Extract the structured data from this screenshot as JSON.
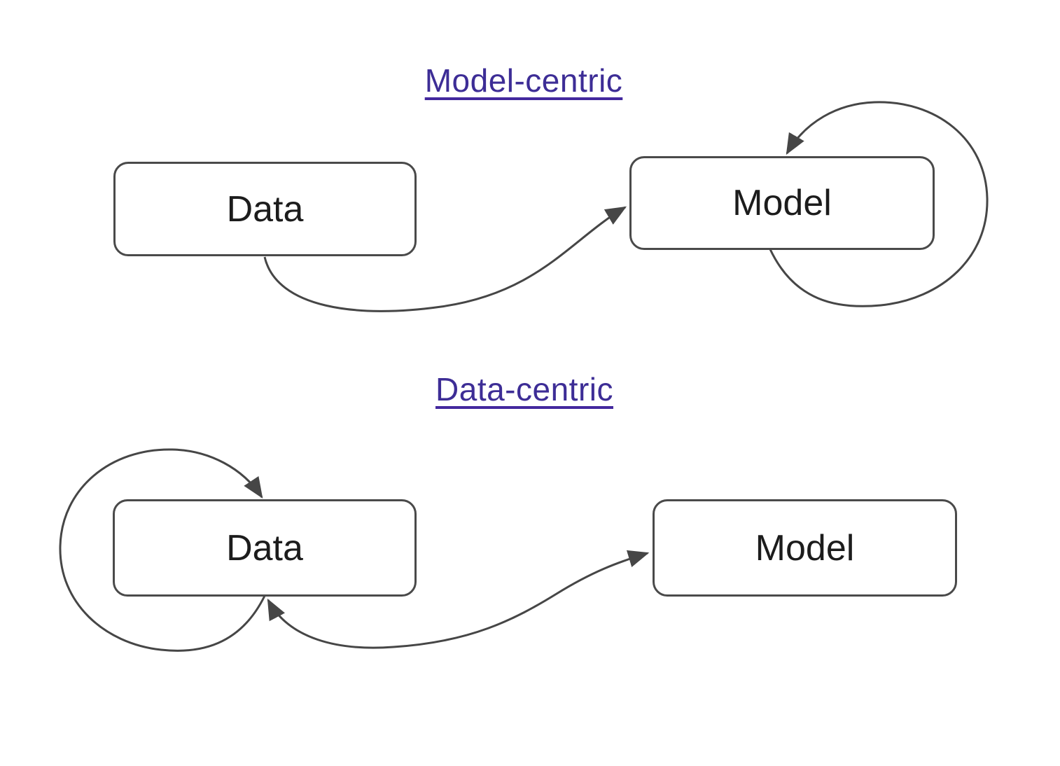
{
  "diagrams": [
    {
      "id": "model-centric",
      "title": "Model-centric",
      "nodes": [
        {
          "id": "data",
          "label": "Data"
        },
        {
          "id": "model",
          "label": "Model"
        }
      ],
      "edges": [
        {
          "from": "Data",
          "to": "Model",
          "style": "s-curve",
          "heads": [
            "end"
          ]
        },
        {
          "from": "Model",
          "to": "Model",
          "style": "self-loop-right",
          "heads": [
            "end"
          ]
        }
      ]
    },
    {
      "id": "data-centric",
      "title": "Data-centric",
      "nodes": [
        {
          "id": "data",
          "label": "Data"
        },
        {
          "id": "model",
          "label": "Model"
        }
      ],
      "edges": [
        {
          "from": "Data",
          "to": "Model",
          "style": "s-curve",
          "heads": [
            "start",
            "end"
          ]
        },
        {
          "from": "Data",
          "to": "Data",
          "style": "self-loop-left",
          "heads": [
            "end"
          ]
        }
      ]
    }
  ],
  "colors": {
    "title_text": "#3d2d96",
    "title_underline": "#43289e",
    "edge_stroke": "#464646",
    "node_border": "#4a4a4a",
    "node_text": "#1c1c1c",
    "background": "#ffffff"
  }
}
